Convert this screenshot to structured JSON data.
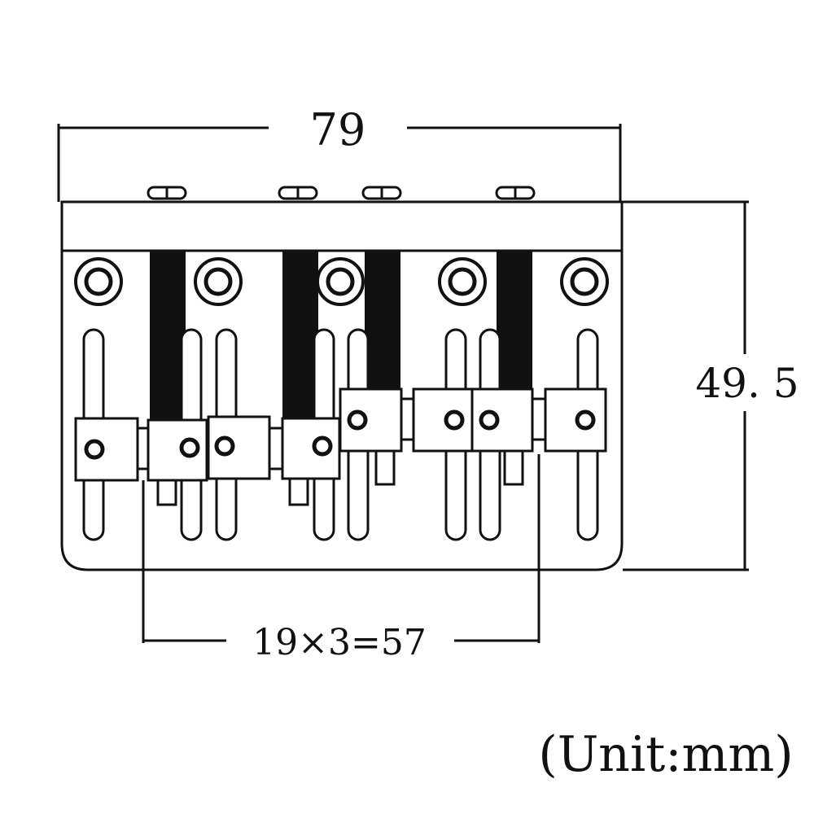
{
  "diagram": {
    "colors": {
      "line": "#111111",
      "background": "#ffffff"
    },
    "dimensions": {
      "width_label": "79",
      "height_label": "49. 5",
      "spacing_label": "19×3=57",
      "unit_label": "(Unit:mm)"
    },
    "saddle_count": 4,
    "mounting_hole_count": 5
  }
}
